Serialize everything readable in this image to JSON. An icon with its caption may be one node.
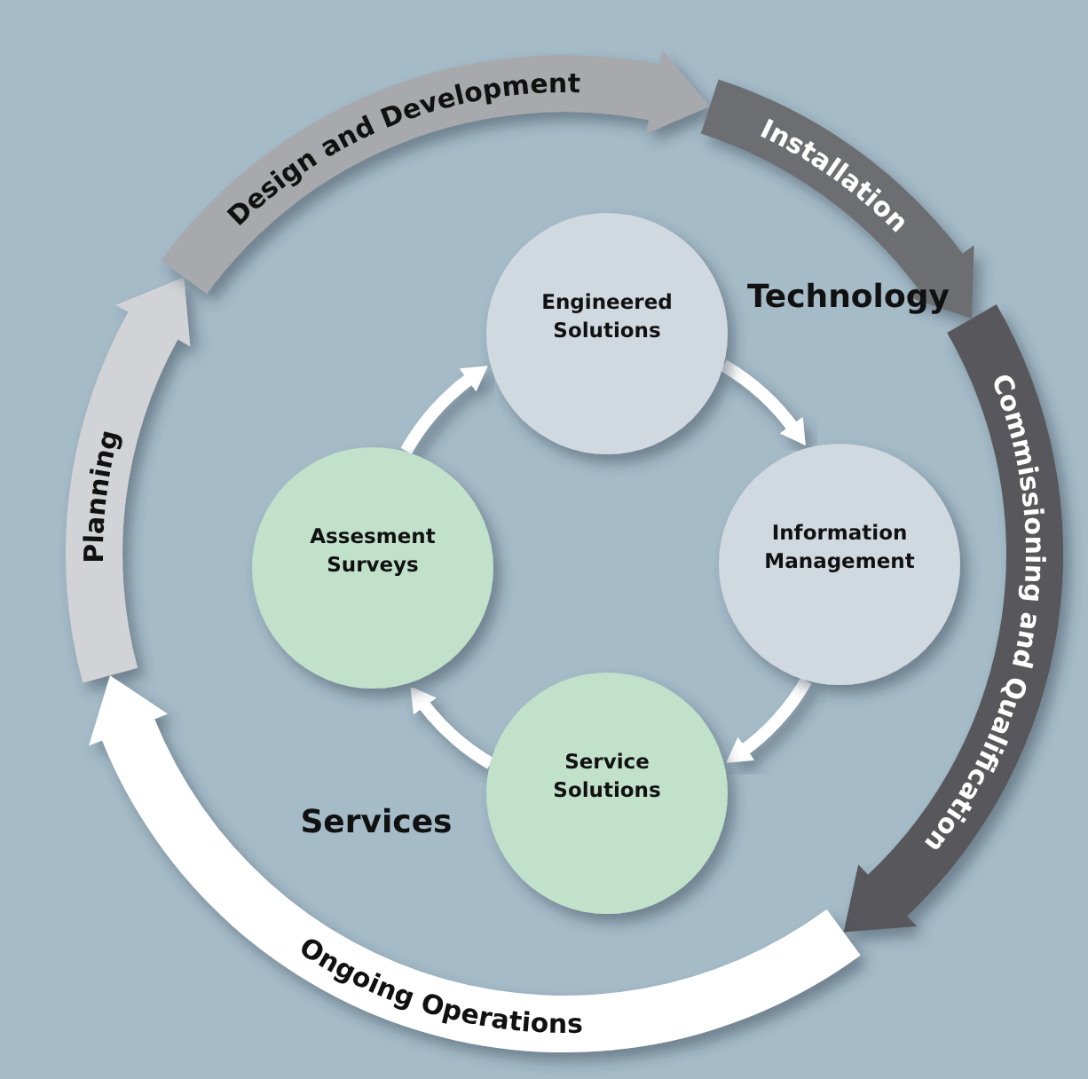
{
  "diagram": {
    "nodes": [
      {
        "text": [
          "Planning"
        ]
      },
      {
        "text": [
          "Design and Development"
        ]
      },
      {
        "text": [
          "Installation"
        ]
      },
      {
        "text": [
          "Commissioning and Qualification"
        ]
      },
      {
        "text": [
          "Ongoing Operations"
        ]
      },
      {
        "text": [
          "Engineered Solutions"
        ]
      },
      {
        "text": [
          "Information Management"
        ]
      },
      {
        "text": [
          "Service Solutions"
        ]
      },
      {
        "text": [
          "Assesment Surveys"
        ]
      }
    ],
    "edges": [
      {
        "from": 8,
        "to": 5,
        "arrow": "to"
      },
      {
        "from": 5,
        "to": 6,
        "arrow": "to"
      },
      {
        "from": 6,
        "to": 7,
        "arrow": "to"
      },
      {
        "from": 7,
        "to": 8,
        "arrow": "to"
      }
    ],
    "labels": [
      "Technology",
      "Services"
    ]
  }
}
